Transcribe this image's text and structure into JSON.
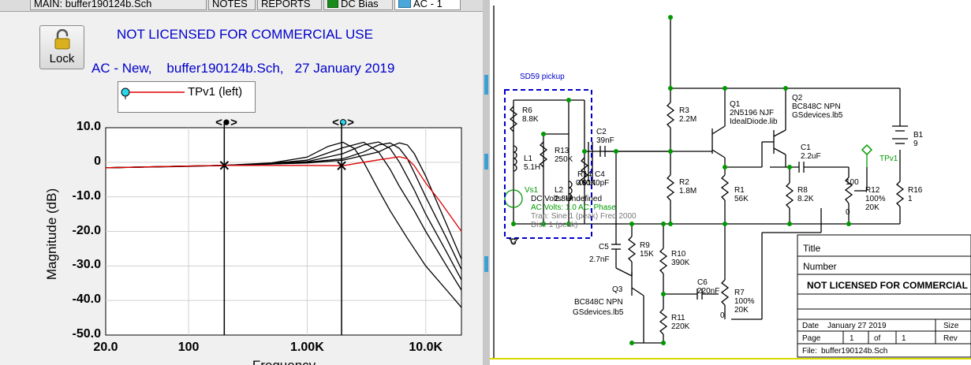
{
  "tabs": [
    {
      "label": "MAIN: buffer190124b.Sch"
    },
    {
      "label": "NOTES"
    },
    {
      "label": "REPORTS"
    },
    {
      "label": "DC Bias"
    },
    {
      "label": "AC - 1"
    }
  ],
  "lock_label": "Lock",
  "license_notice": "NOT LICENSED FOR COMMERCIAL USE",
  "plot_title": "AC - New,    buffer190124b.Sch,   27 January 2019",
  "legend": {
    "label": "TPv1 (left)",
    "color": "#dd0000"
  },
  "cursor_markers": [
    "<●>",
    "<●>"
  ],
  "chart_data": {
    "type": "line",
    "xlabel": "Frequency",
    "ylabel": "Magnitude  (dB)",
    "xscale": "log",
    "xlim": [
      20,
      20000
    ],
    "ylim": [
      -50,
      10
    ],
    "yticks": [
      "10.0",
      "0",
      "-10.0",
      "-20.0",
      "-30.0",
      "-40.0",
      "-50.0"
    ],
    "xticks": [
      "20.0",
      "100",
      "1.00K",
      "10.0K"
    ],
    "cursors_hz": [
      200,
      1950
    ],
    "grid": true,
    "series": [
      {
        "name": "TPv1 (left)",
        "color": "#dd0000",
        "x": [
          20,
          100,
          200,
          1000,
          2000,
          3000,
          4000,
          5000,
          6000,
          7000,
          8000,
          10000,
          13000,
          20000
        ],
        "y": [
          -1.6,
          -1.1,
          -0.9,
          -0.9,
          -1.0,
          0.0,
          0.7,
          1.2,
          1.6,
          1.0,
          -1.0,
          -6.0,
          -11.0,
          -20.0
        ]
      },
      {
        "color": "#000000",
        "x": [
          20,
          100,
          200,
          500,
          1000,
          1500,
          2000,
          2500,
          3000,
          4000,
          5000,
          7000,
          10000,
          15000,
          20000
        ],
        "y": [
          -1.6,
          -1.2,
          -0.9,
          -0.2,
          1.5,
          4.6,
          5.8,
          4.0,
          0.0,
          -8.0,
          -14.0,
          -22.0,
          -30.0,
          -37.0,
          -42.0
        ]
      },
      {
        "color": "#000000",
        "x": [
          20,
          100,
          200,
          500,
          1000,
          2000,
          3000,
          4000,
          5000,
          6000,
          8000,
          10000,
          15000,
          20000
        ],
        "y": [
          -1.6,
          -1.1,
          -0.9,
          -0.3,
          0.6,
          4.2,
          5.8,
          3.0,
          -2.0,
          -7.0,
          -14.0,
          -20.0,
          -30.0,
          -37.0
        ]
      },
      {
        "color": "#000000",
        "x": [
          20,
          100,
          200,
          500,
          1000,
          2000,
          3000,
          4000,
          5000,
          6000,
          8000,
          10000,
          15000,
          20000
        ],
        "y": [
          -1.6,
          -1.1,
          -0.9,
          -0.4,
          0.2,
          2.5,
          5.0,
          5.9,
          4.0,
          0.0,
          -8.0,
          -15.0,
          -26.0,
          -34.0
        ]
      },
      {
        "color": "#000000",
        "x": [
          20,
          100,
          200,
          500,
          1000,
          2000,
          3000,
          4000,
          5000,
          6000,
          7000,
          8000,
          10000,
          15000,
          20000
        ],
        "y": [
          -1.6,
          -1.1,
          -0.9,
          -0.5,
          0.0,
          1.0,
          3.0,
          5.0,
          5.6,
          4.0,
          1.0,
          -3.0,
          -10.0,
          -22.0,
          -31.0
        ]
      },
      {
        "color": "#000000",
        "x": [
          20,
          100,
          200,
          500,
          1000,
          2000,
          4000,
          5000,
          6000,
          7000,
          8000,
          10000,
          15000,
          20000
        ],
        "y": [
          -1.6,
          -1.1,
          -0.9,
          -0.5,
          -0.2,
          0.6,
          3.0,
          4.6,
          5.6,
          5.0,
          2.5,
          -4.0,
          -18.0,
          -28.0
        ]
      }
    ]
  },
  "schematic": {
    "group_title": "SD59 pickup",
    "components": [
      {
        "ref": "R6",
        "value": "8.8K"
      },
      {
        "ref": "L1",
        "value": "5.1H"
      },
      {
        "ref": "R13",
        "value": "250K"
      },
      {
        "ref": "L2",
        "value": "2.8H"
      },
      {
        "ref": "R14",
        "value": "460K"
      },
      {
        "ref": "C4",
        "value": "0.0140pF"
      },
      {
        "ref": "C2",
        "value": "39nF"
      },
      {
        "ref": "R3",
        "value": "2.2M"
      },
      {
        "ref": "R2",
        "value": "1.8M"
      },
      {
        "ref": "Q1",
        "value": "2N5196  NJF",
        "lib": "IdealDiode.lib"
      },
      {
        "ref": "Q2",
        "value": "BC848C  NPN",
        "lib": "GSdevices.lb5"
      },
      {
        "ref": "C1",
        "value": "2.2uF"
      },
      {
        "ref": "R1",
        "value": "56K"
      },
      {
        "ref": "R8",
        "value": "8.2K"
      },
      {
        "ref": "R12",
        "value": "100%",
        "value2": "20K"
      },
      {
        "ref": "R16",
        "value": "1"
      },
      {
        "ref": "B1",
        "value": "9"
      },
      {
        "ref": "C5",
        "value": "2.7nF"
      },
      {
        "ref": "R9",
        "value": "15K"
      },
      {
        "ref": "R10",
        "value": "390K"
      },
      {
        "ref": "Q3",
        "value": "BC848C  NPN",
        "lib": "GSdevices.lb5"
      },
      {
        "ref": "C6",
        "value": "220nF"
      },
      {
        "ref": "R7",
        "value": "100%",
        "value2": "20K"
      },
      {
        "ref": "R11",
        "value": "220K"
      }
    ],
    "probe_label": "TPv1",
    "source": {
      "ref": "Vs1",
      "lines": [
        "DC Volts: Undefined",
        "AC Volts: 1.0  AC: Phase",
        "Tran: Sine  1 (peak)  Freq 2000",
        "Dist: 1 (peak)"
      ]
    },
    "pot_labels": {
      "top": "100",
      "bottom": "0"
    },
    "ground_label": "G",
    "title_block": {
      "title_label": "Title",
      "number_label": "Number",
      "notice": "NOT LICENSED FOR COMMERCIAL",
      "date_label": "Date",
      "date_value": "January 27 2019",
      "size_label": "Size",
      "page_label": "Page",
      "page_value": "1",
      "of_label": "of",
      "of_value": "1",
      "rev_label": "Rev",
      "file_label": "File:",
      "file_value": "buffer190124b.Sch"
    }
  }
}
